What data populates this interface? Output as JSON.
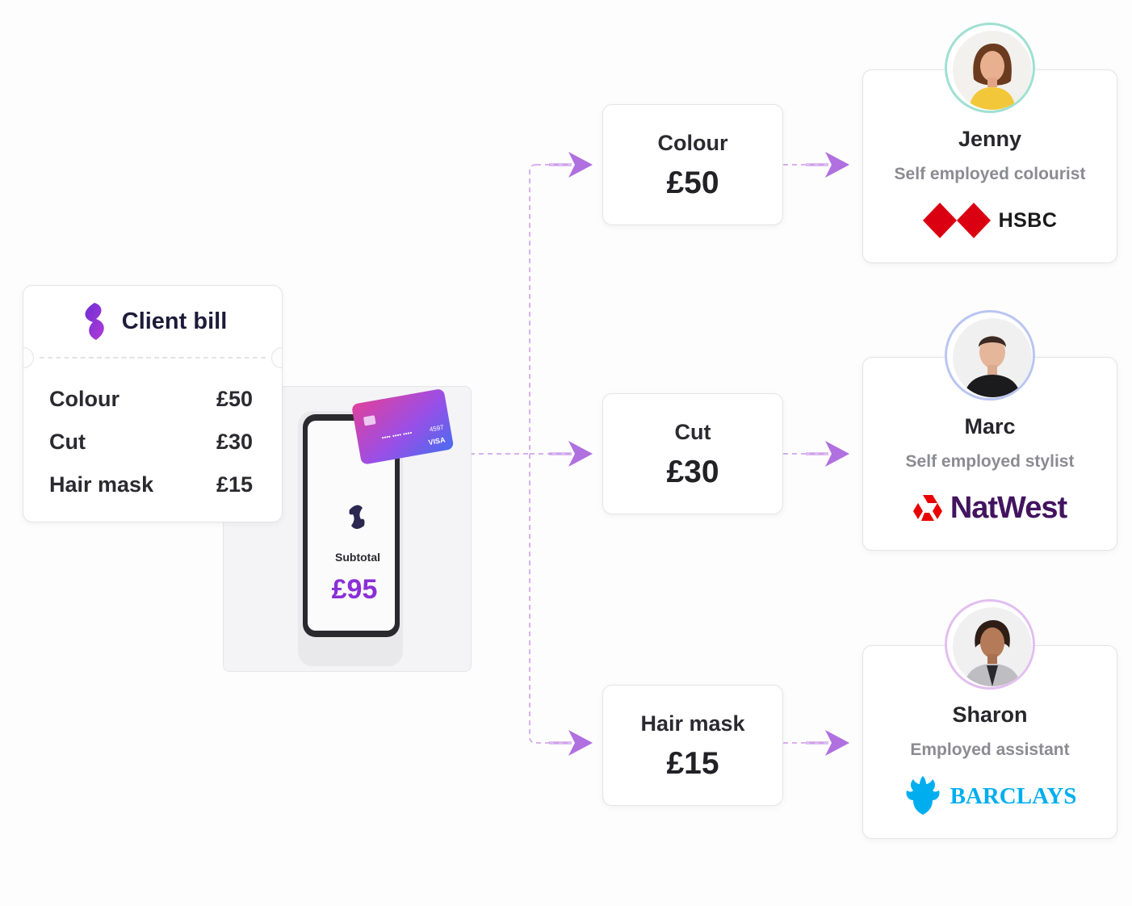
{
  "bill": {
    "title": "Client bill",
    "items": [
      {
        "label": "Colour",
        "price": "£50"
      },
      {
        "label": "Cut",
        "price": "£30"
      },
      {
        "label": "Hair mask",
        "price": "£15"
      }
    ]
  },
  "terminal": {
    "subtotal_label": "Subtotal",
    "subtotal_value": "£95",
    "card_number": "4597",
    "card_brand": "VISA"
  },
  "splits": [
    {
      "label": "Colour",
      "amount": "£50"
    },
    {
      "label": "Cut",
      "amount": "£30"
    },
    {
      "label": "Hair mask",
      "amount": "£15"
    }
  ],
  "people": [
    {
      "name": "Jenny",
      "role": "Self employed colourist",
      "bank": "HSBC"
    },
    {
      "name": "Marc",
      "role": "Self employed stylist",
      "bank": "NatWest"
    },
    {
      "name": "Sharon",
      "role": "Employed assistant",
      "bank": "BARCLAYS"
    }
  ],
  "colors": {
    "brand_purple": "#8b2fd6",
    "arrow": "#b070e0",
    "hsbc_red": "#db0011",
    "natwest_purple": "#42145f",
    "natwest_red": "#e90000",
    "barclays_blue": "#00aeef"
  }
}
